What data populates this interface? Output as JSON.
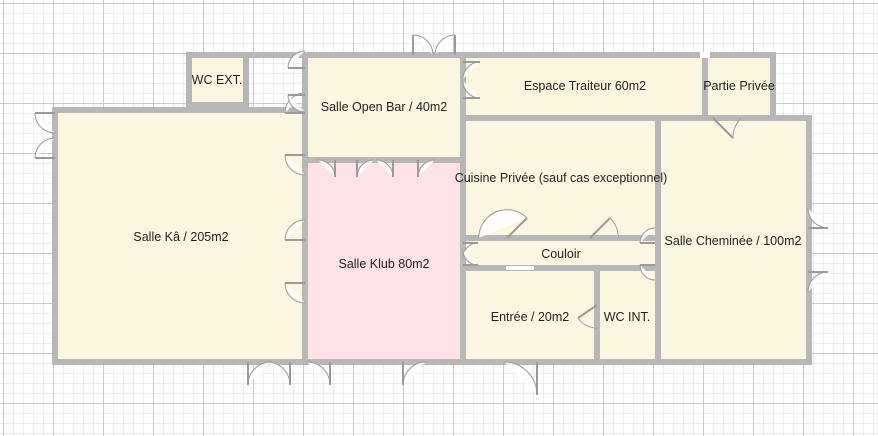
{
  "colors": {
    "wall": "#b7b7b7",
    "room_fill": "#fbf6df",
    "highlight_fill": "#fde3e6",
    "door": "#9a9a9a",
    "label": "#222222"
  },
  "rooms": [
    {
      "id": "wc-ext",
      "label": "WC EXT."
    },
    {
      "id": "salle-open-bar",
      "label": "Salle Open Bar / 40m2"
    },
    {
      "id": "espace-traiteur",
      "label": "Espace Traiteur 60m2"
    },
    {
      "id": "partie-privee",
      "label": "Partie Privée"
    },
    {
      "id": "salle-ka",
      "label": "Salle Kâ / 205m2"
    },
    {
      "id": "salle-klub",
      "label": "Salle Klub 80m2",
      "highlighted": true
    },
    {
      "id": "cuisine-privee",
      "label": "Cuisine Privée (sauf cas exceptionnel)"
    },
    {
      "id": "couloir",
      "label": "Couloir"
    },
    {
      "id": "salle-cheminee",
      "label": "Salle Cheminée / 100m2"
    },
    {
      "id": "entree",
      "label": "Entrée / 20m2"
    },
    {
      "id": "wc-int",
      "label": "WC INT."
    }
  ]
}
